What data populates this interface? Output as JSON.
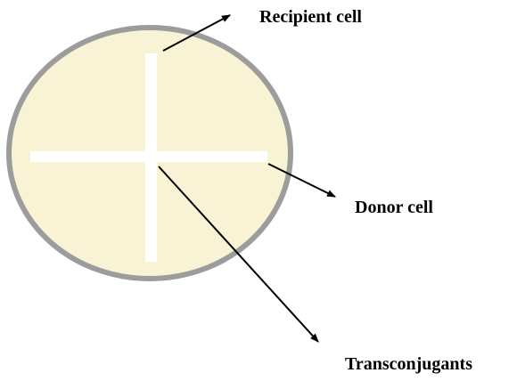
{
  "labels": {
    "recipient": "Recipient cell",
    "donor": "Donor cell",
    "transconjugants": "Transconjugants"
  },
  "colors": {
    "plate_fill": "#f7f3d4",
    "plate_rim": "#9c9c9c",
    "streak": "#ffffff",
    "arrow": "#000000"
  }
}
